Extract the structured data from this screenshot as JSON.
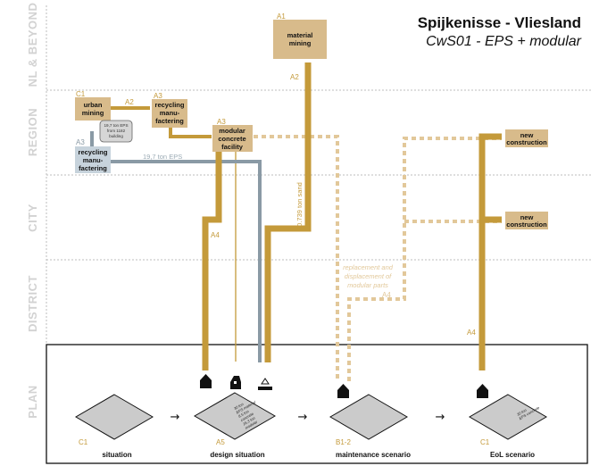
{
  "title": "Spijkenisse - Vliesland",
  "subtitle": "CwS01 - EPS + modular",
  "rows": [
    "NL & BEYOND",
    "REGION",
    "CITY",
    "DISTRICT",
    "PLAN"
  ],
  "nodes": {
    "material_mining": {
      "code": "A1",
      "label": [
        "material",
        "mining"
      ]
    },
    "urban_mining": {
      "code": "C1",
      "label": [
        "urban",
        "mining"
      ]
    },
    "recycling_top": {
      "code": "A3",
      "label": [
        "recycling",
        "manu-",
        "factering"
      ]
    },
    "recycling_blue": {
      "code": "A3",
      "label": [
        "recycling",
        "manu-",
        "factering"
      ]
    },
    "modular": {
      "code": "A3",
      "label": [
        "modular",
        "concrete",
        "facility"
      ]
    },
    "new_construction_1": {
      "label": [
        "new",
        "construction"
      ]
    },
    "new_construction_2": {
      "label": [
        "new",
        "construction"
      ]
    }
  },
  "callout": [
    "19,7 ton EPS",
    "from 1182",
    "building"
  ],
  "flow_labels": {
    "a2_top": "A2",
    "a2_mid": "A2",
    "eps": "19,7 ton EPS",
    "sand": "30.739 ton sand",
    "a4_left": "A4",
    "replacement": [
      "replacement and",
      "displacement of",
      "modular parts"
    ],
    "a4_mid": "A4",
    "a4_right": "A4"
  },
  "scenarios": [
    {
      "code": "C1",
      "name": "situation",
      "notes": []
    },
    {
      "code": "A5",
      "name": "design situation",
      "notes": [
        "30 ton",
        "EPS material",
        "8.5 ton",
        "concrete",
        "16.3 ton",
        "modular"
      ]
    },
    {
      "code": "B1-2",
      "name": "maintenance scenario",
      "notes": []
    },
    {
      "code": "C1",
      "name": "EoL scenario",
      "notes": [
        "30 ton",
        "EPS concrete"
      ]
    }
  ],
  "arrow_glyph": "→",
  "colors": {
    "flow": "#c49a3a",
    "flow_light": "#e2c89a",
    "blue": "#8a9aa5",
    "node": "#d8bb8b",
    "node_blue": "#c7d3dc",
    "code": "#c49a3a",
    "row_label": "#d2d2d2",
    "grid": "#bdbdbd",
    "diamond": "#cbcbcb"
  }
}
